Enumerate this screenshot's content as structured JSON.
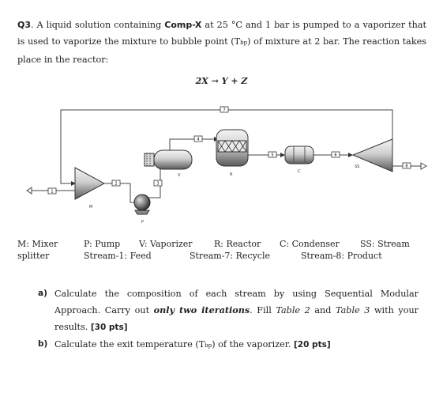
{
  "question": {
    "number": "Q3",
    "text_1": ". A liquid solution containing ",
    "component": "Comp-X",
    "text_2": " at 25 °C and 1 bar is pumped to a vaporizer that is used to vaporize the mixture to bubble point (T",
    "bp_sub": "bp",
    "text_3": ") of mixture at 2 bar. The reaction takes place in the reactor:"
  },
  "reaction": "2X → Y + Z",
  "diagram": {
    "streams": [
      "1",
      "2",
      "3",
      "4",
      "5",
      "6",
      "7",
      "8"
    ],
    "unit_labels": {
      "mixer": "M",
      "pump": "P",
      "vaporizer": "V",
      "reactor": "R",
      "condenser": "C",
      "splitter": "SS"
    },
    "colors": {
      "line": "#333333",
      "equipment_light": "#e8e8e8",
      "equipment_dark": "#3a3a3a"
    }
  },
  "legend": {
    "mixer": "M: Mixer",
    "mixer_2": "splitter",
    "pump": "P: Pump",
    "feed": "Stream-1: Feed",
    "vaporizer": "V: Vaporizer",
    "reactor": "R: Reactor",
    "recycle": "Stream-7: Recycle",
    "condenser": "C: Condenser",
    "product": "Stream-8: Product",
    "stream": "SS: Stream"
  },
  "parts": {
    "a_label": "a)",
    "a_text_1": "Calculate the composition of each stream by using Sequential Modular Approach. Carry out ",
    "a_emph": "only two iterations",
    "a_text_2": ". Fill ",
    "a_table2": "Table 2",
    "a_and": " and ",
    "a_table3": "Table 3",
    "a_text_3": " with your results. ",
    "a_pts": "[30 pts]",
    "b_label": "b)",
    "b_text_1": "Calculate the exit temperature (T",
    "b_sub": "bp",
    "b_text_2": ") of the vaporizer. ",
    "b_pts": "[20 pts]"
  }
}
